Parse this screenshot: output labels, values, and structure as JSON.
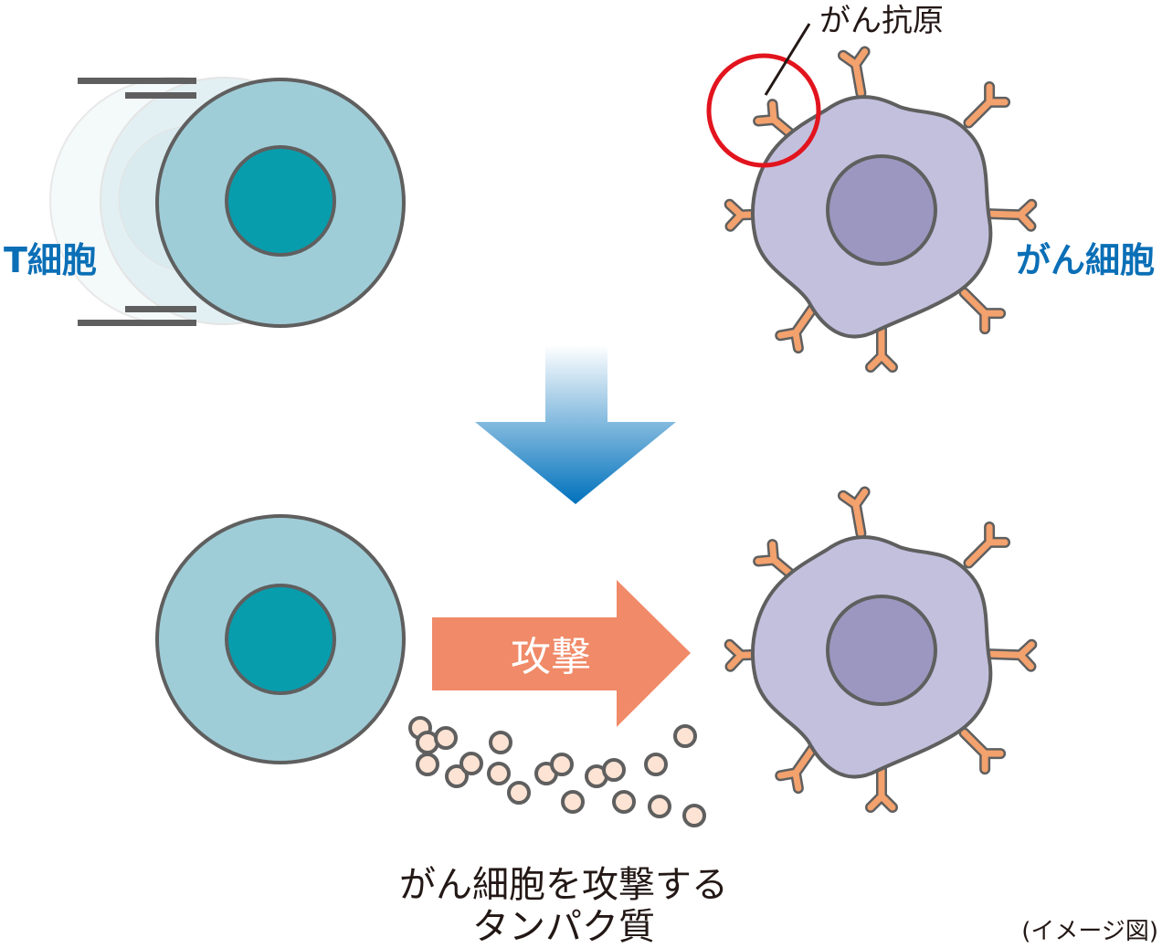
{
  "labels": {
    "t_cell": "T細胞",
    "cancer_cell": "がん細胞",
    "cancer_antigen": "がん抗原",
    "attack": "攻撃",
    "protein_line1": "がん細胞を攻撃する",
    "protein_line2": "タンパク質",
    "image_note": "(イメージ図)"
  },
  "colors": {
    "t_cell_body": "#9fcdd7",
    "t_cell_nucleus": "#089dad",
    "cell_outline": "#5f5f5f",
    "cancer_cell_body": "#c3c0de",
    "cancer_cell_nucleus": "#9c97c0",
    "antigen": "#f3a16d",
    "highlight_circle": "#e2141e",
    "attack_arrow": "#f08a68",
    "down_arrow_top": "#ffffff",
    "down_arrow_bottom": "#0071bc",
    "protein_particle": "#fde3d3",
    "label_blue": "#0a6fb6"
  },
  "icons": {
    "down_arrow": "down-arrow-icon",
    "attack_arrow": "right-arrow-icon",
    "highlight": "circle-highlight-icon"
  }
}
